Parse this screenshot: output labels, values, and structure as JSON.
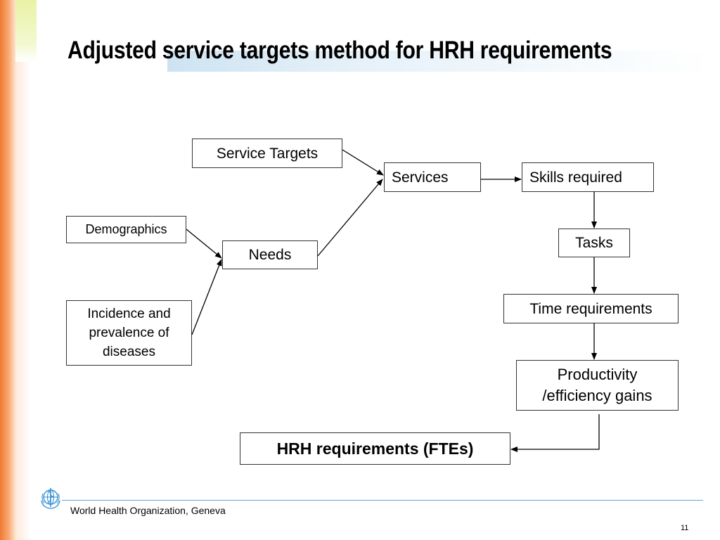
{
  "slide": {
    "title": "Adjusted service targets method for HRH requirements",
    "page_number": "11"
  },
  "diagram": {
    "nodes": {
      "service_targets": "Service Targets",
      "services": "Services",
      "skills_required": "Skills required",
      "demographics": "Demographics",
      "needs": "Needs",
      "tasks": "Tasks",
      "incidence_line1": "Incidence and",
      "incidence_line2": "prevalence of",
      "incidence_line3": "diseases",
      "time_requirements": "Time requirements",
      "productivity_line1": "Productivity",
      "productivity_line2": "/efficiency gains",
      "hrh_requirements": "HRH requirements (FTEs)"
    },
    "edges": [
      [
        "Service Targets",
        "Services"
      ],
      [
        "Needs",
        "Services"
      ],
      [
        "Demographics",
        "Needs"
      ],
      [
        "Incidence and prevalence of diseases",
        "Needs"
      ],
      [
        "Services",
        "Skills required"
      ],
      [
        "Skills required",
        "Tasks"
      ],
      [
        "Tasks",
        "Time requirements"
      ],
      [
        "Time requirements",
        "Productivity /efficiency gains"
      ],
      [
        "Productivity /efficiency gains",
        "HRH requirements (FTEs)"
      ]
    ]
  },
  "footer": {
    "organization": "World Health Organization, Geneva",
    "logo_icon": "who-emblem-icon"
  },
  "colors": {
    "accent_orange": "#f07a33",
    "accent_blue": "#5fa8d6",
    "logo_blue": "#2f8fd0"
  }
}
